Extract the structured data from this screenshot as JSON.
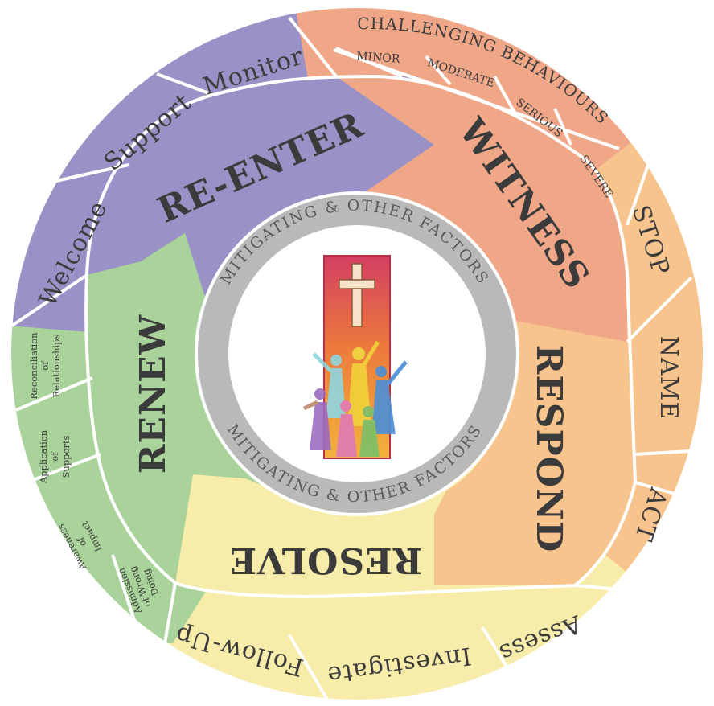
{
  "center": {
    "text_top": "MITIGATING & OTHER FACTORS",
    "text_bottom": "MITIGATING & OTHER FACTORS"
  },
  "stages": {
    "witness": "WITNESS",
    "respond": "RESPOND",
    "resolve": "RESOLVE",
    "renew": "RENEW",
    "reenter": "RE-ENTER"
  },
  "challenging": {
    "title": "CHALLENGING BEHAVIOURS",
    "levels": [
      "MINOR",
      "MODERATE",
      "SERIOUS",
      "SEVERE"
    ]
  },
  "respond_steps": [
    "STOP",
    "NAME",
    "ACT"
  ],
  "resolve_steps": [
    "Assess",
    "Investigate",
    "Follow-Up"
  ],
  "renew_steps": [
    [
      "Admission",
      "of Wrong",
      "Doing"
    ],
    [
      "Awareness",
      "of",
      "Impact"
    ],
    [
      "Application",
      "of",
      "Supports"
    ],
    [
      "Reconciliation",
      "of",
      "Relationships"
    ]
  ],
  "reenter_steps": [
    "Welcome",
    "Support",
    "Monitor"
  ],
  "colors": {
    "purple": "#9a92c6",
    "salmon": "#f0a788",
    "orange": "#f8c48e",
    "yellow": "#f7ecaa",
    "green": "#a9d39b",
    "gray_ring": "#b9b9b9",
    "banner_red": "#d9455f"
  },
  "icons": {
    "cross": "cross-icon",
    "crowd": "crowd-figures-icon"
  }
}
